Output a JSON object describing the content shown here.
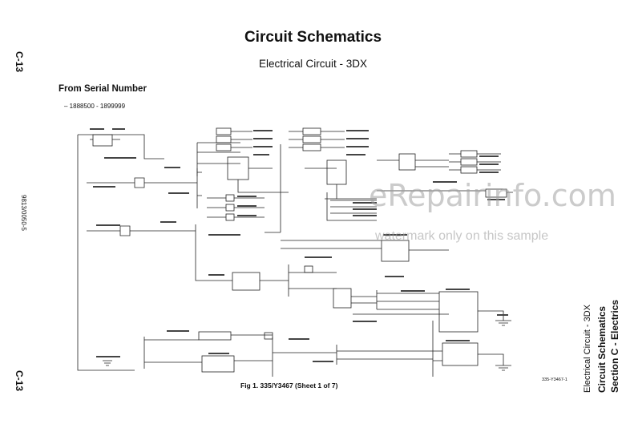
{
  "header": {
    "title": "Circuit Schematics",
    "subtitle": "Electrical Circuit - 3DX"
  },
  "serial": {
    "heading": "From Serial Number",
    "range": "–  1888500 - 1899999"
  },
  "margins": {
    "page_top": "C-13",
    "page_bottom": "C-13",
    "part_number": "9813/0050-5",
    "section": "Section C - Electrics",
    "section_title": "Circuit Schematics",
    "section_subtitle": "Electrical Circuit - 3DX"
  },
  "figure": {
    "caption": "Fig 1. 335/Y3467 (Sheet 1 of 7)",
    "ref": "335-Y3467-1"
  },
  "watermark": {
    "site": "eRepairinfo.com",
    "notice": "watermark only on this sample"
  }
}
